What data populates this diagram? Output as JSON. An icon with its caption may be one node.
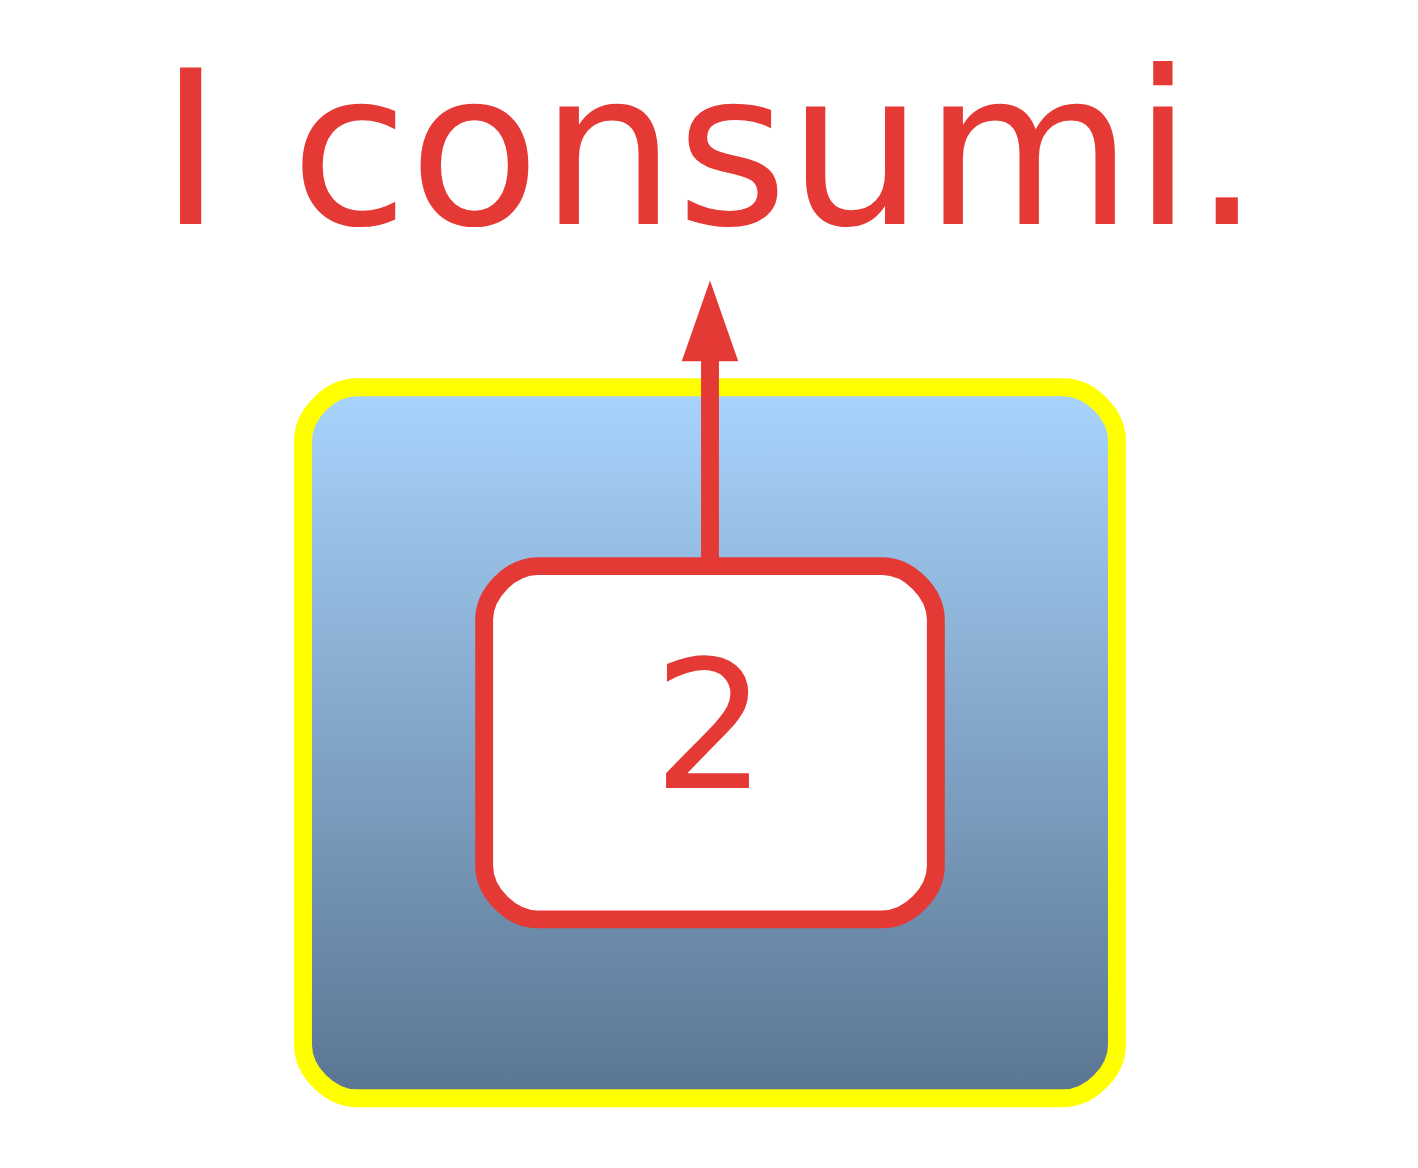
{
  "diagram": {
    "nodes": [
      {
        "text": [],
        "shape": "ellipse"
      },
      {
        "text": [
          "2"
        ],
        "in": 0
      },
      {
        "text": [
          "I consumi."
        ]
      }
    ],
    "edges": [
      {
        "from": 1,
        "to": 2,
        "arrow": "to",
        "color": "#e53935"
      }
    ]
  }
}
